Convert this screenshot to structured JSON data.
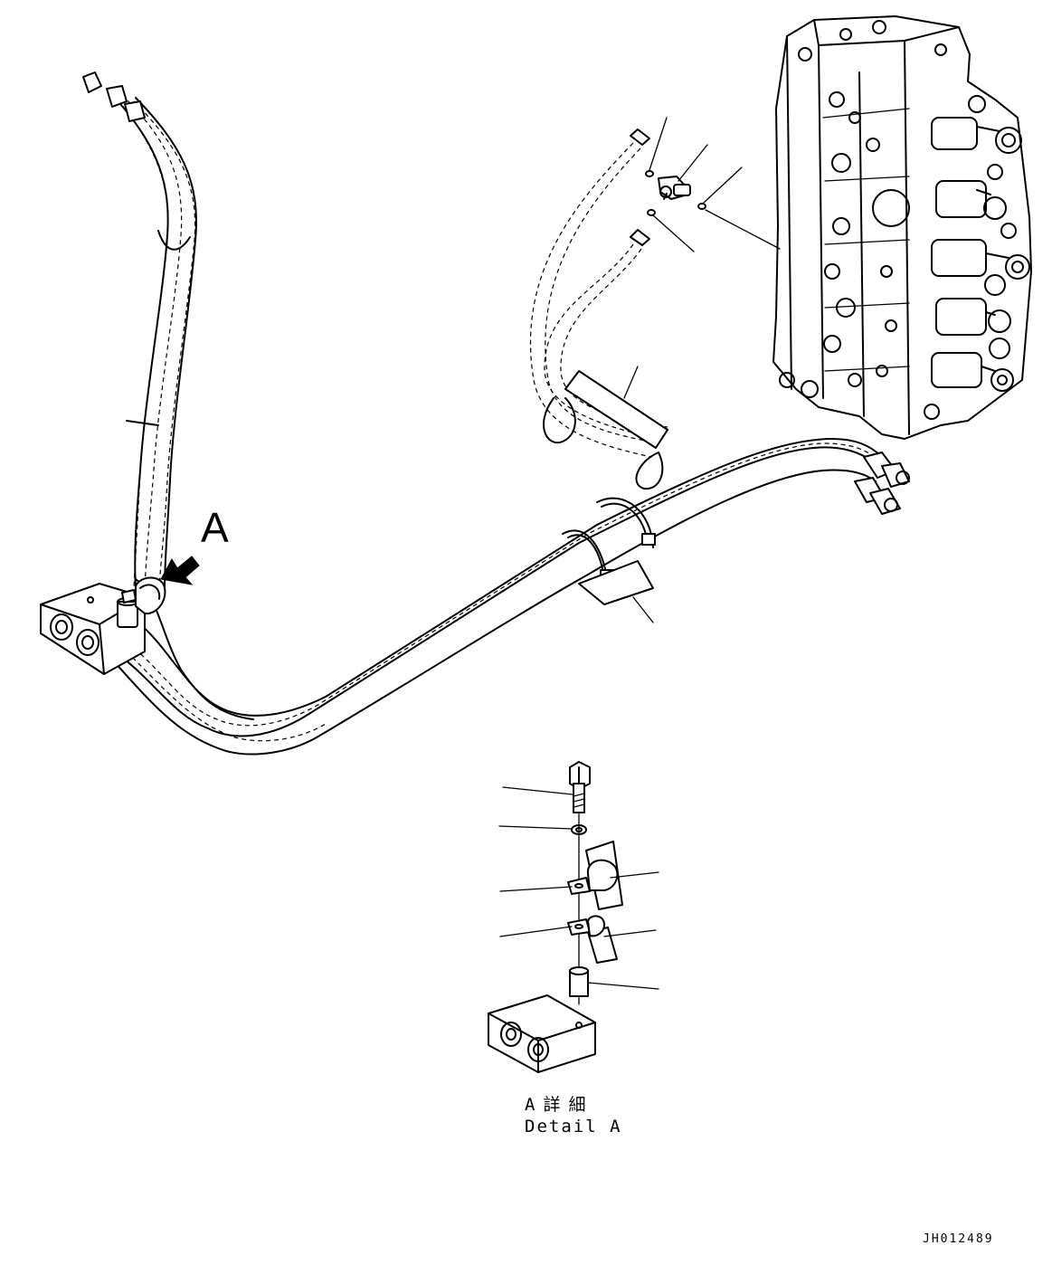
{
  "diagram": {
    "view_label": "A",
    "detail_caption_jp": "A詳細",
    "detail_caption_en": "Detail A",
    "drawing_id": "JH012489"
  },
  "icons": {
    "view_arrow": "filled-arrow-icon",
    "control_valve": "control-valve-icon",
    "mounting_block": "mounting-block-icon",
    "bolt": "bolt-icon",
    "washer": "washer-icon",
    "clamp": "clamp-icon",
    "spacer": "spacer-icon",
    "tee_fitting": "tee-fitting-icon",
    "o_ring": "o-ring-icon"
  },
  "colors": {
    "line": "#000000",
    "background": "#ffffff"
  }
}
